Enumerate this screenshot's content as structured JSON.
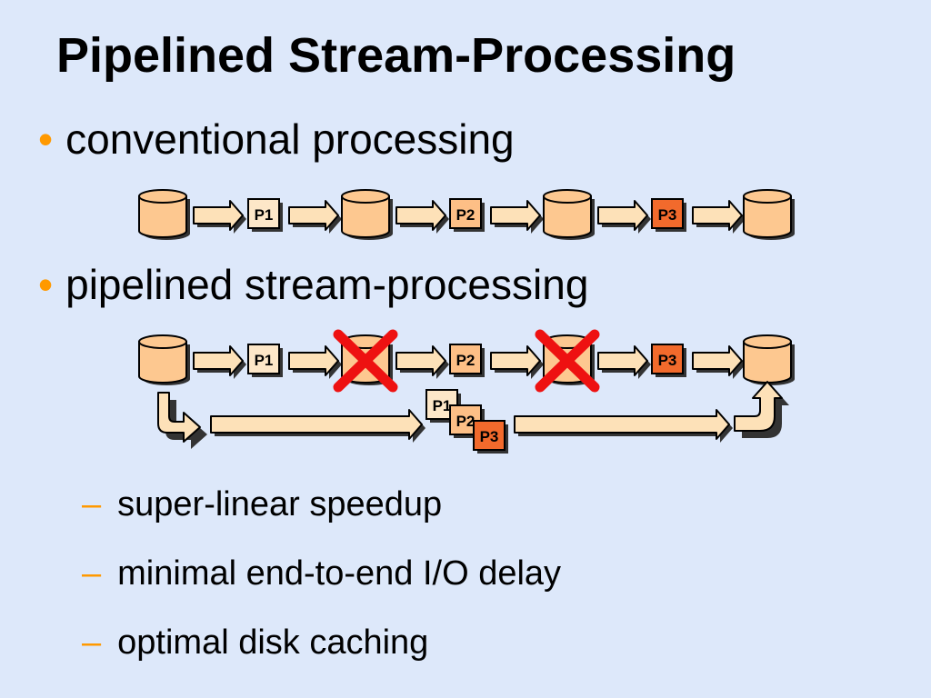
{
  "slide": {
    "title": "Pipelined Stream-Processing",
    "bullets": [
      "conventional processing",
      "pipelined stream-processing"
    ],
    "sub_bullets": [
      "super-linear speedup",
      "minimal end-to-end I/O delay",
      "optimal disk caching"
    ]
  },
  "diagram": {
    "processes": [
      "P1",
      "P2",
      "P3"
    ],
    "colors": {
      "disk": "#fdc890",
      "p1": "#fde7c8",
      "p2": "#fdbf86",
      "p3": "#f26a2c",
      "cross": "#ee1111",
      "arrow": "#fde1b8",
      "bullet": "#ff9900",
      "background": "#dde8fa"
    }
  }
}
